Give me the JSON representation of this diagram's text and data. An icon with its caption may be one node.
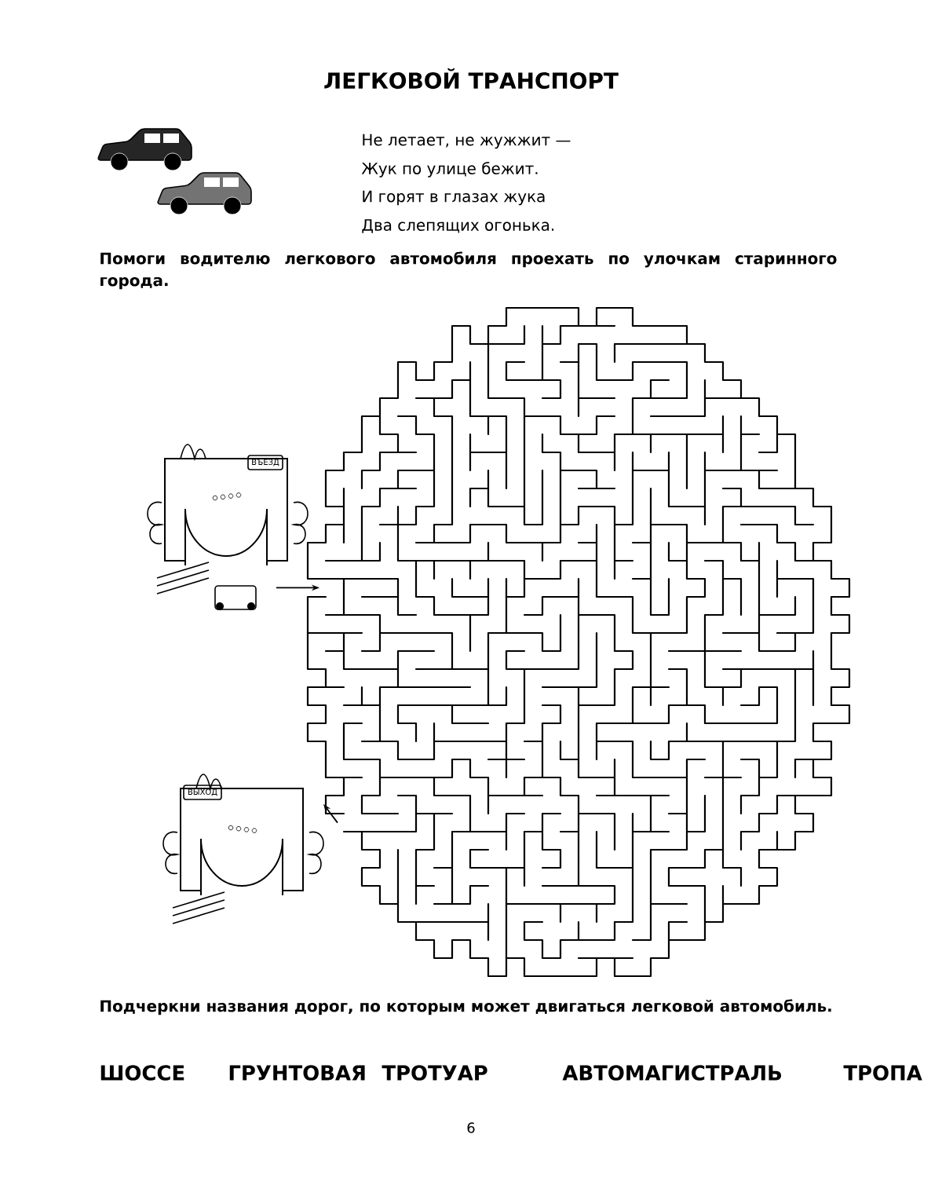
{
  "diagram": {
    "title": "ЛЕГКОВОЙ ТРАНСПОРТ",
    "labels": [
      "Не летает, не жужжит —",
      "Жук по улице бежит.",
      "И горят в глазах жука",
      "Два слепящих огонька.",
      "Помоги водителю легкового автомобиля проехать по улочкам старинного города.",
      "ВЪЕЗД",
      "ВЫХОД",
      "Подчеркни названия дорог, по которым может двигаться легковой автомобиль.",
      "ШОССЕ",
      "ГРУНТОВАЯ",
      "ТРОТУАР",
      "АВТОМАГИСТРАЛЬ",
      "ТРОПА",
      "6"
    ]
  }
}
